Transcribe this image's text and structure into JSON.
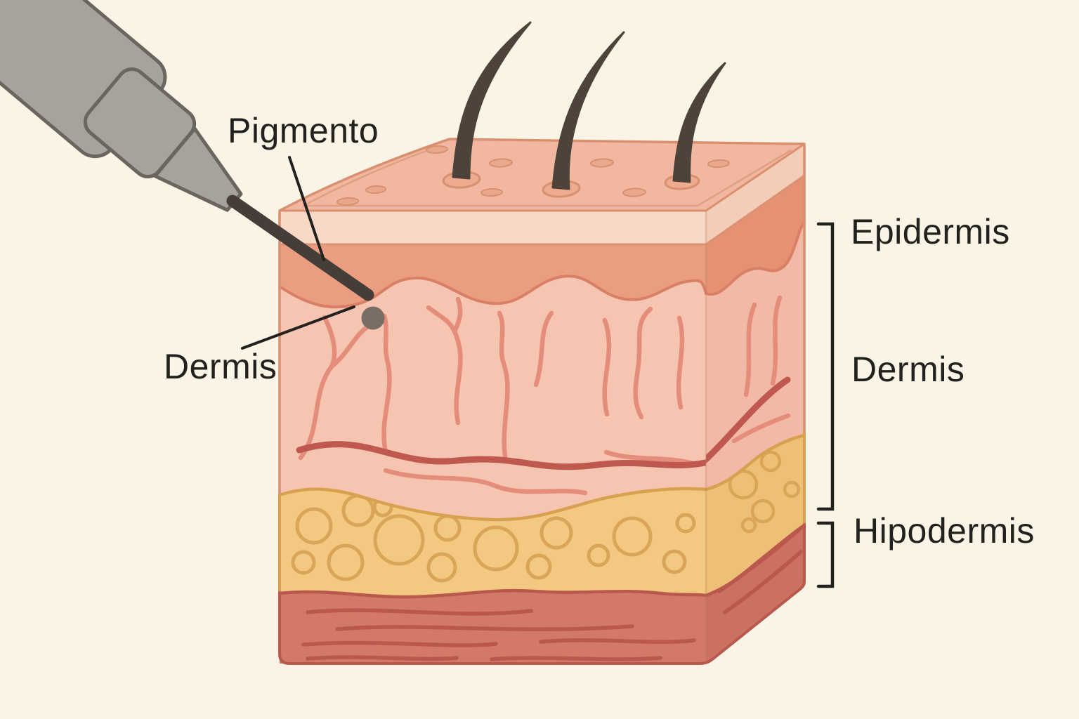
{
  "pointer_labels": {
    "pigmento": "Pigmento",
    "dermis_left": "Dermis"
  },
  "layer_labels": {
    "epidermis": "Epidermis",
    "dermis": "Dermis",
    "hipodermis": "Hipodermis"
  },
  "colors": {
    "background": "#faf4e7",
    "skin_top_surface": "#f2b7a1",
    "surface_bevel": "#f8d8c6",
    "epidermis_band": "#ea9d81",
    "dermis_tissue": "#f6c5b2",
    "vessel_light": "#e48d7a",
    "vessel_dark": "#bf584e",
    "hypodermis_fat": "#f3c981",
    "fat_outline": "#d7a150",
    "muscle": "#d3796a",
    "muscle_streak": "#b9584c",
    "hair": "#4e4338",
    "tattoo_machine": "#a8a29d",
    "machine_outline": "#6b655f",
    "needle": "#453d37",
    "pigment_dot": "#796d64",
    "annotation": "#23211e"
  }
}
